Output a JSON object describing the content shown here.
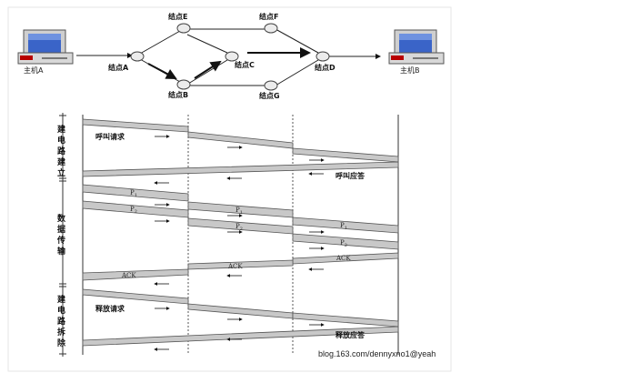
{
  "network": {
    "host_a": "主机A",
    "host_b": "主机B",
    "node_a": "结点A",
    "node_b": "结点B",
    "node_c": "结点C",
    "node_d": "结点D",
    "node_e": "结点E",
    "node_f": "结点F",
    "node_g": "结点G"
  },
  "timing": {
    "phase_setup": [
      "建",
      "电",
      "路",
      "建",
      "立"
    ],
    "phase_transfer": [
      "数",
      "据",
      "传",
      "输"
    ],
    "phase_release": [
      "建",
      "电",
      "路",
      "拆",
      "除"
    ],
    "call_request": "呼叫请求",
    "call_response": "呼叫应答",
    "p1": "P",
    "p1_sub": "1",
    "p2": "P",
    "p2_sub": "2",
    "ack": "ACK",
    "release_request": "释放请求",
    "release_response": "释放应答"
  },
  "watermark": "blog.163.com/dennyxno1@yeah"
}
